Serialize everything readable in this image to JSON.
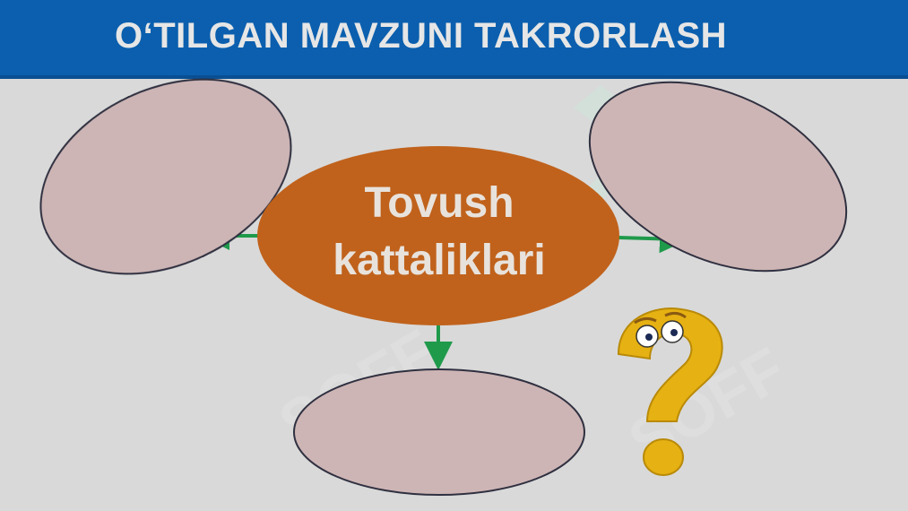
{
  "header": {
    "title": "O‘TILGAN MAVZUNI TAKRORLASH"
  },
  "diagram": {
    "center_line1": "Tovush",
    "center_line2": "kattaliklari",
    "watermark": "SOFF"
  },
  "colors": {
    "header_bg": "#0b5fae",
    "center_fill": "#c0621c",
    "bubble_fill": "#cdb5b5",
    "arrow": "#1f9a4b",
    "question_mark": "#e6b112",
    "background": "#d9d9d9"
  },
  "icons": {
    "question": "question-mark-character-icon"
  }
}
